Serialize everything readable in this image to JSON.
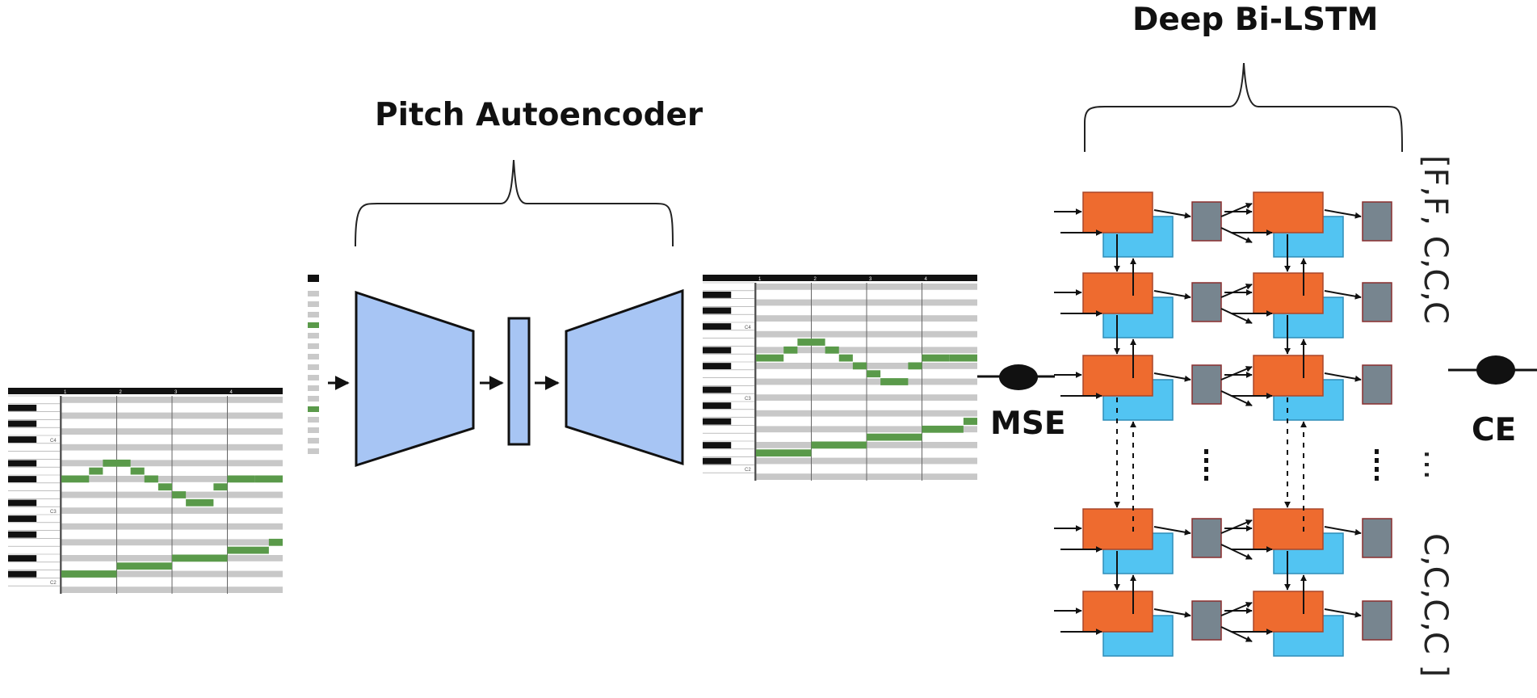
{
  "titles": {
    "pitch_autoencoder": "Pitch Autoencoder",
    "deep_bilstm": "Deep Bi-LSTM"
  },
  "loss_labels": {
    "mse": "MSE",
    "ce": "CE"
  },
  "output_sequence": {
    "top": "[F,F, C,C,C",
    "ellipsis": "...",
    "bottom": "C,C,C,C ]"
  },
  "piano_roll_input": {
    "bar_numbers": [
      "1",
      "2",
      "3",
      "4"
    ],
    "octave_labels": [
      "C4",
      "C3",
      "C2"
    ]
  },
  "piano_roll_output": {
    "bar_numbers": [
      "1",
      "2",
      "3",
      "4"
    ],
    "octave_labels": [
      "C4",
      "C3",
      "C2"
    ]
  },
  "colors": {
    "encoder_fill": "#a7c5f4",
    "lstm_forward": "#ee6b2f",
    "lstm_backward": "#52c4f2",
    "output_cell": "#77858f",
    "note_green": "#5a9a4a",
    "grid_gray": "#c8c8c8"
  }
}
